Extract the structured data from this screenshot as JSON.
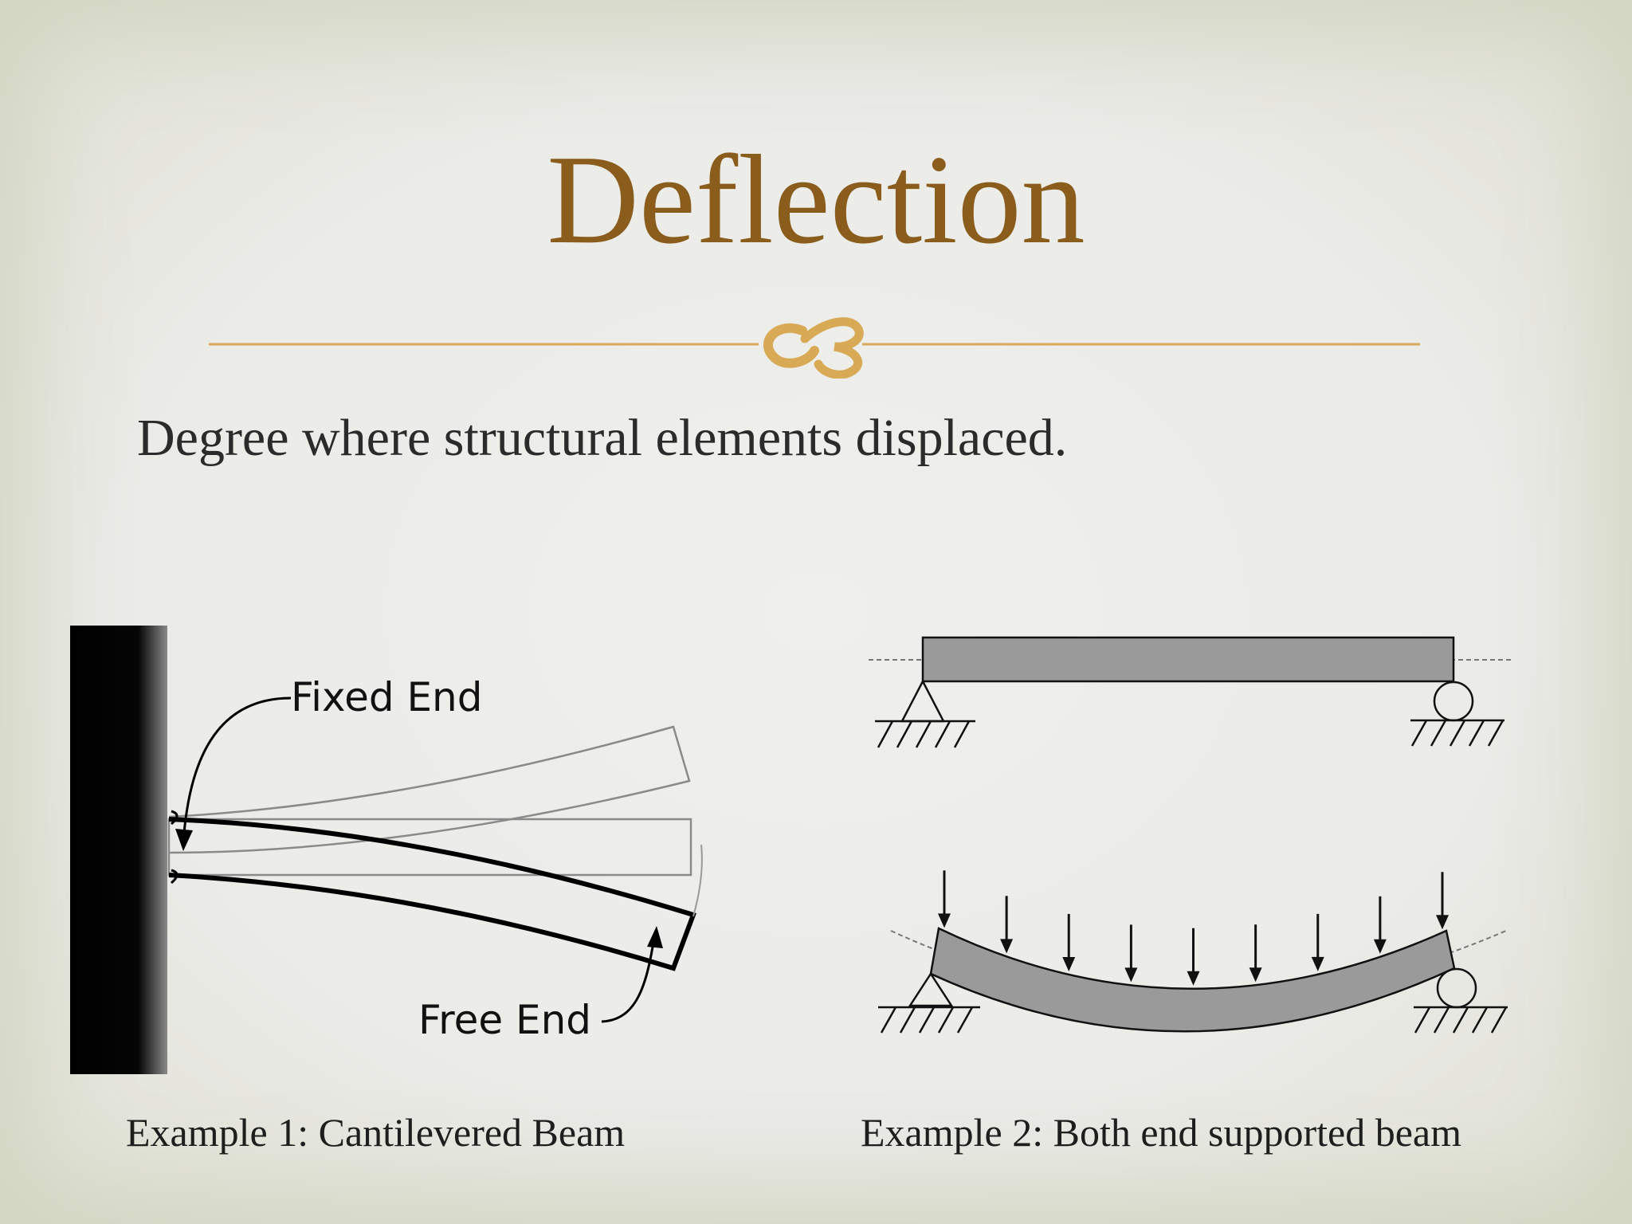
{
  "slide": {
    "title": "Deflection",
    "body": "Degree where structural elements displaced.",
    "divider_ornament": "ornament-icon",
    "colors": {
      "title": "#8a5d1c",
      "divider": "#d9aa55",
      "beam_fill": "#9a9a9a"
    }
  },
  "figure1": {
    "fixed_label": "Fixed End",
    "free_label": "Free End",
    "caption": "Example 1: Cantilevered Beam"
  },
  "figure2": {
    "caption": "Example 2: Both end supported beam",
    "load_arrow_count": 9
  }
}
